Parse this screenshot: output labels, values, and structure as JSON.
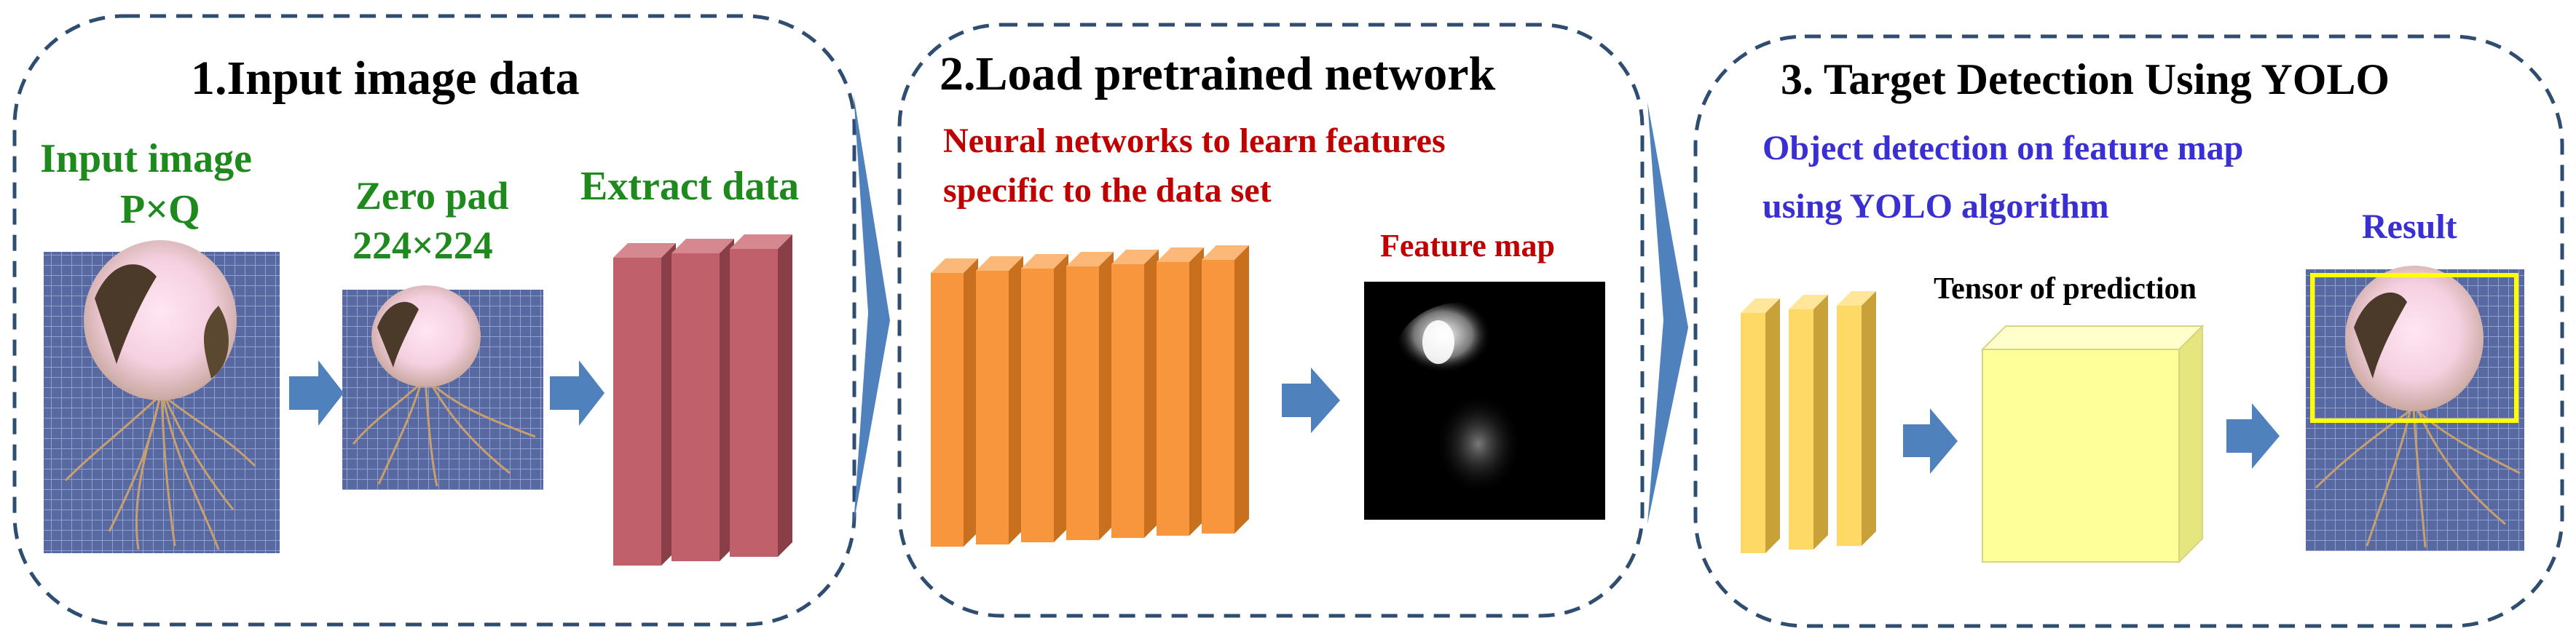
{
  "panels": [
    {
      "title": "1.Input image data",
      "input_label_line1": "Input image",
      "input_label_line2": "P×Q",
      "zero_pad_line1": "Zero pad",
      "zero_pad_line2": "224×224",
      "extract_label": "Extract data"
    },
    {
      "title": "2.Load pretrained network",
      "subtitle_line1": "Neural networks to learn features",
      "subtitle_line2": "specific to the data set",
      "feature_map_label": "Feature map"
    },
    {
      "title": "3. Target Detection Using YOLO",
      "subtitle_line1": "Object detection on feature map",
      "subtitle_line2": "using YOLO algorithm",
      "tensor_label": "Tensor of prediction",
      "result_label": "Result"
    }
  ],
  "colors": {
    "frame": "#2e4d70",
    "title": "#000000",
    "green_text": "#1e8a1e",
    "red_text": "#c00000",
    "blue_text": "#3a2fd0",
    "arrow": "#4f81bd",
    "maroon_block": "#c0606a",
    "orange_block": "#f7963c",
    "yellow_block": "#ffd966",
    "tensor_cube": "#ffff99",
    "photo_bg": "#4a5a8a"
  }
}
